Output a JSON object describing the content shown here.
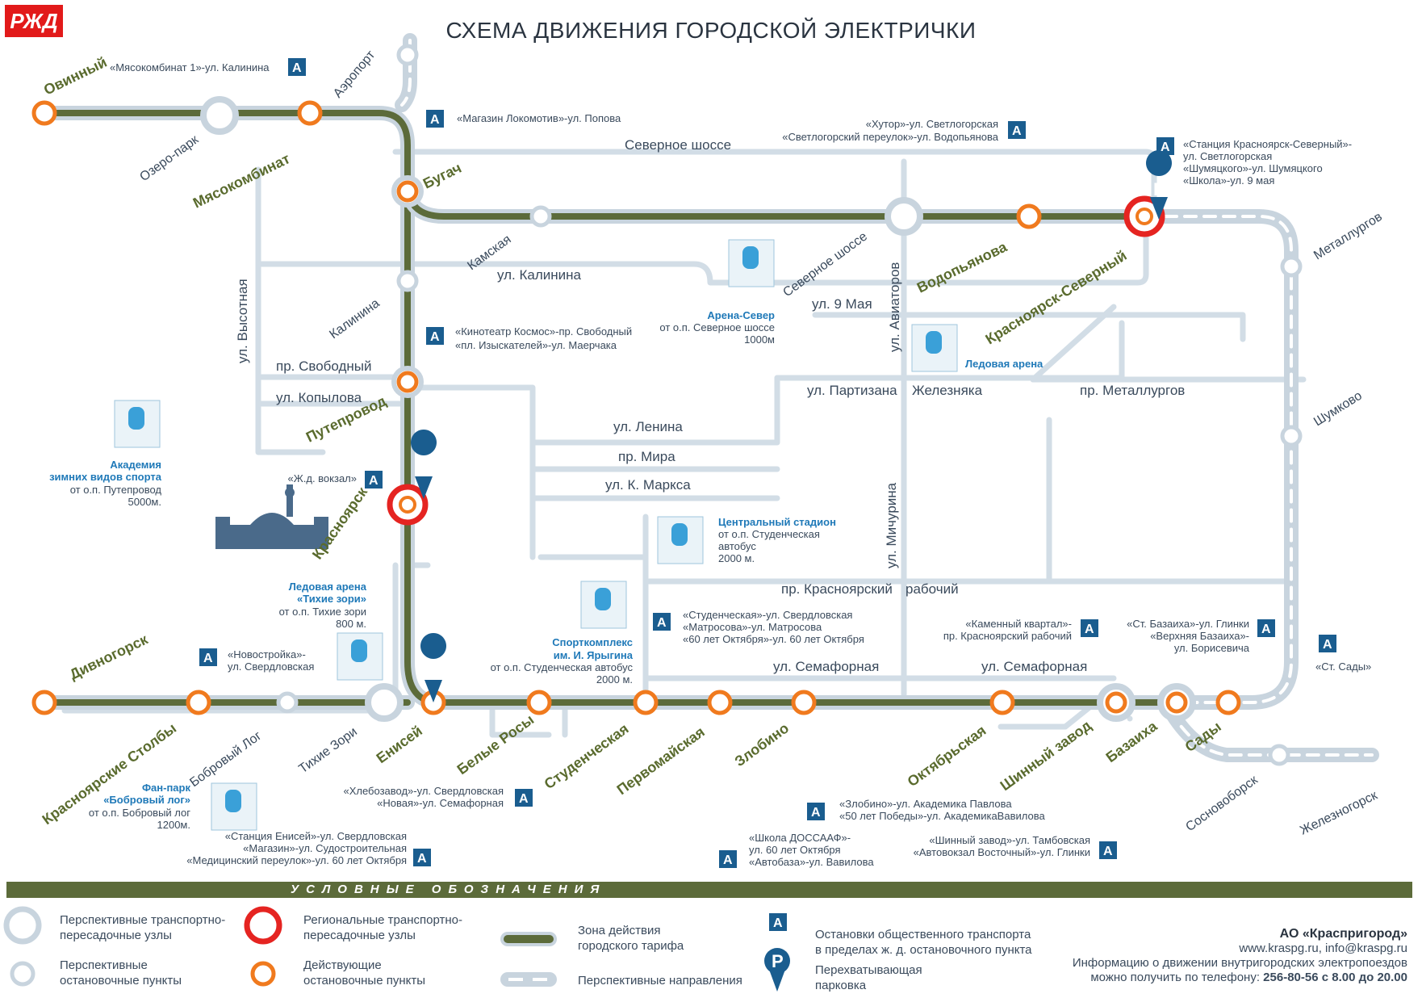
{
  "title": "СХЕМА ДВИЖЕНИЯ ГОРОДСКОЙ ЭЛЕКТРИЧКИ",
  "logo": "РЖД",
  "colors": {
    "tariff_line": "#5c6b3a",
    "active_stop": "#f07a1e",
    "regional_hub": "#e52421",
    "road": "#d2dde6",
    "parking": "#1a5d8f",
    "future_line": "#c8d4de"
  },
  "stations": {
    "ovinny": "Овинный",
    "myasokombinat": "Мясокомбинат",
    "bugach": "Бугач",
    "putevoy": "Путепровод",
    "krasnoyarsk": "Красноярск",
    "vodopyanova": "Водопьянова",
    "krasnoyarsk_sev": "Красноярск-Северный",
    "divnogorsk": "Дивногорск",
    "kr_stolby": "Красноярские Столбы",
    "eniseiy": "Енисей",
    "belye_rosy": "Белые Росы",
    "studencheskaya": "Студенческая",
    "pervomaiskaya": "Первомайская",
    "zlobino": "Злобино",
    "oktyabrskaya": "Октябрьская",
    "shinny": "Шинный завод",
    "bazaikha": "Базаиха",
    "sady": "Сады"
  },
  "future_points": {
    "aeroport": "Аэропорт",
    "ozero_park": "Озеро-парк",
    "kamskaya": "Камская",
    "kalinina_p": "Калинина",
    "sev_shosse_p": "Северное шоссе",
    "metallurgov": "Металлургов",
    "shumkovo": "Шумково",
    "bobrovy_log": "Бобровый Лог",
    "tikhie_zori": "Тихие Зори",
    "sosnovoborsk": "Сосновоборск",
    "zheleznogorsk": "Железногорск"
  },
  "streets": {
    "sev_shosse": "Северное шоссе",
    "kalinina": "ул. Калинина",
    "vysotnaya": "ул. Высотная",
    "svobodny": "пр. Свободный",
    "kopylova": "ул. Копылова",
    "may9": "ул. 9 Мая",
    "aviatorov": "ул. Авиаторов",
    "partizana": "ул. Партизана",
    "zheleznyaka": "Железняка",
    "metallurgov_pr": "пр. Металлургов",
    "lenina": "ул. Ленина",
    "mira": "пр. Мира",
    "marksa": "ул. К. Маркса",
    "michurina": "ул. Мичурина",
    "kr_rabochy": "пр. Красноярский",
    "rabochy": "рабочий",
    "semafornaya1": "ул. Семафорная",
    "semafornaya2": "ул. Семафорная"
  },
  "bus_stops": {
    "myasokombinat": "«Мясокомбинат 1»-ул. Калинина",
    "lokomotiv": "«Магазин Локомотив»-ул. Попова",
    "khutor": [
      "«Хутор»-ул. Светлогорская",
      "«Светлогорский переулок»-ул. Водопьянова"
    ],
    "sever": [
      "«Станция Красноярск-Северный»-",
      "ул. Светлогорская",
      "«Шумяцкого»-ул. Шумяцкого",
      "«Школа»-ул. 9 мая"
    ],
    "kosmos": [
      "«Кинотеатр Космос»-пр. Свободный",
      "«пл. Изыскателей»-ул. Маерчака"
    ],
    "vokzal": "«Ж.д. вокзал»",
    "novostroika": [
      "«Новостройка»-",
      "ул. Свердловская"
    ],
    "studencheskaya": [
      "«Студенческая»-ул. Свердловская",
      "«Матросова»-ул. Матросова",
      "«60 лет Октября»-ул. 60 лет Октября"
    ],
    "kamenny": [
      "«Каменный квартал»-",
      "пр. Красноярский рабочий"
    ],
    "bazaikha": [
      "«Ст. Базаиха»-ул. Глинки",
      "«Верхняя Базаиха»-",
      "ул. Борисевича"
    ],
    "sady": "«Ст. Сады»",
    "khlebozavod": [
      "«Хлебозавод»-ул. Свердловская",
      "«Новая»-ул. Семафорная"
    ],
    "enisei": [
      "«Станция Енисей»-ул. Свердловская",
      "«Магазин»-ул. Судостроительная",
      "«Медицинский переулок»-ул. 60 лет Октября"
    ],
    "zlobino": [
      "«Злобино»-ул. Академика Павлова",
      "«50 лет Победы»-ул. АкадемикаВавилова"
    ],
    "dosaaf": [
      "«Школа ДОССААФ»-",
      "ул. 60 лет Октября",
      "«Автобаза»-ул. Вавилова"
    ],
    "shinny": [
      "«Шинный завод»-ул. Тамбовская",
      "«Автовокзал Восточный»-ул. Глинки"
    ]
  },
  "venues": {
    "arena_sever": [
      "Арена-Север",
      "от о.п. Северное шоссе",
      "1000м"
    ],
    "ledovaya": [
      "Ледовая арена"
    ],
    "akademiya": [
      "Академия",
      "зимних видов спорта",
      "от о.п. Путепровод",
      "5000м."
    ],
    "stadion": [
      "Центральный стадион",
      "от о.п. Студенческая",
      "автобус",
      "2000 м."
    ],
    "tikhie": [
      "Ледовая арена",
      "«Тихие зори»",
      "от о.п. Тихие зори",
      "800 м."
    ],
    "yarygin": [
      "Спорткомплекс",
      "им. И. Ярыгина",
      "от о.п. Студенческая автобус",
      "2000 м."
    ],
    "fanpark": [
      "Фан-парк",
      "«Бобровый лог»",
      "от о.п. Бобровый лог",
      "1200м."
    ]
  },
  "legend": {
    "title": "УСЛОВНЫЕ ОБОЗНАЧЕНИЯ",
    "future_hubs": [
      "Перспективные транспортно-",
      "пересадочные узлы"
    ],
    "regional_hubs": [
      "Региональные транспортно-",
      "пересадочные узлы"
    ],
    "tariff_zone": [
      "Зона действия",
      "городского тарифа"
    ],
    "bus_stops": [
      "Остановки общественного транспорта",
      "в пределах ж. д. остановочного пункта"
    ],
    "future_points": [
      "Перспективные",
      "остановочные пункты"
    ],
    "active_points": [
      "Действующие",
      "остановочные пункты"
    ],
    "future_dirs": "Перспективные направления",
    "parking": [
      "Перехватывающая",
      "парковка"
    ]
  },
  "company": {
    "name": "АО «Краспригород»",
    "contacts": "www.kraspg.ru, info@kraspg.ru",
    "info1": "Информацию о движении внутригородских электропоездов",
    "info2": "можно получить по телефону:",
    "phone": "256-80-56 с 8.00 до 20.00"
  }
}
